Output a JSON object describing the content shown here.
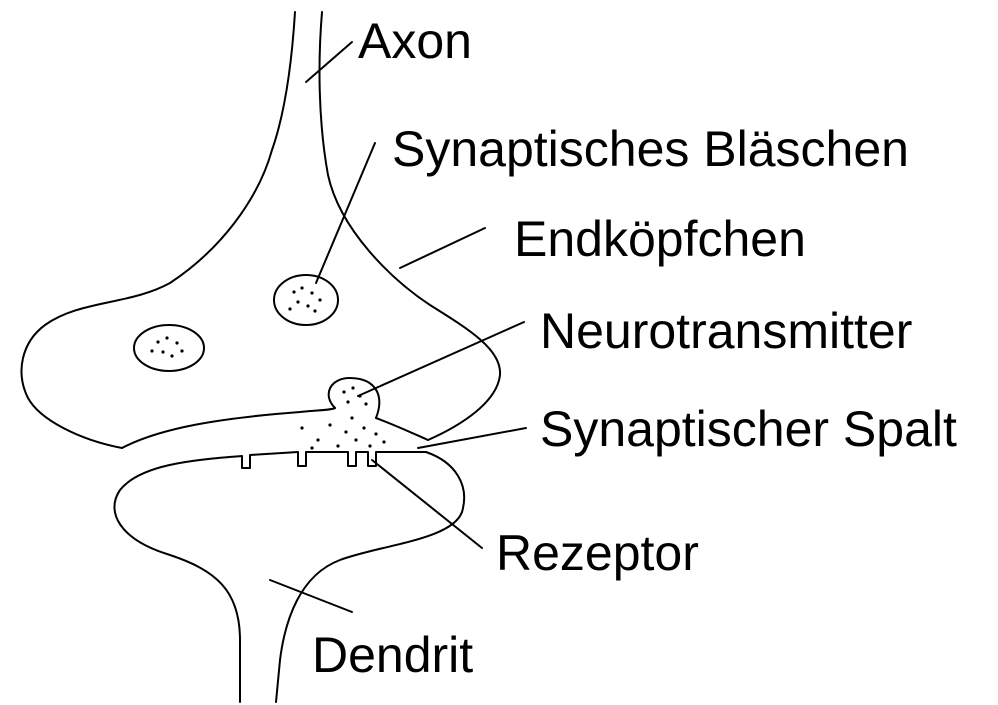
{
  "labels": {
    "axon": "Axon",
    "synaptic_vesicle": "Synaptisches Bläschen",
    "terminal_bouton": "Endköpfchen",
    "neurotransmitter": "Neurotransmitter",
    "synaptic_cleft": "Synaptischer Spalt",
    "receptor": "Rezeptor",
    "dendrite": "Dendrit"
  },
  "colors": {
    "line": "#000000",
    "background": "#ffffff"
  }
}
